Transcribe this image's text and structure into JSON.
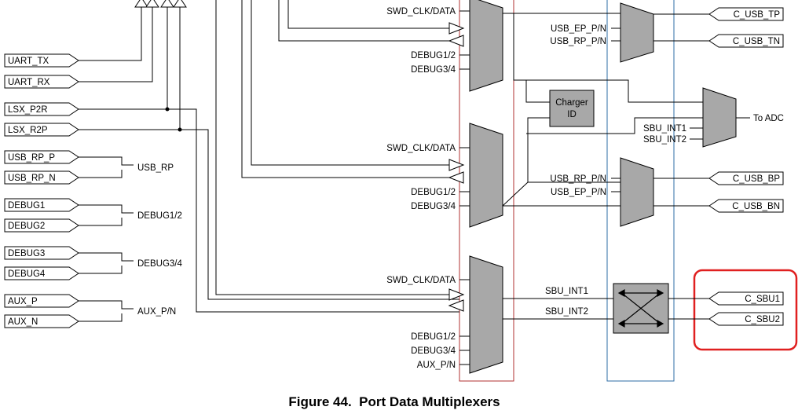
{
  "figure": {
    "caption": "Figure 44.  Port Data Multiplexers"
  },
  "left_ports": {
    "uart_tx": "UART_TX",
    "uart_rx": "UART_RX",
    "lsx_p2r": "LSX_P2R",
    "lsx_r2p": "LSX_R2P",
    "usb_rp_p": "USB_RP_P",
    "usb_rp_n": "USB_RP_N",
    "debug1": "DEBUG1",
    "debug2": "DEBUG2",
    "debug3": "DEBUG3",
    "debug4": "DEBUG4",
    "aux_p": "AUX_P",
    "aux_n": "AUX_N"
  },
  "pair_labels": {
    "usb_rp": "USB_RP",
    "debug12": "DEBUG1/2",
    "debug34": "DEBUG3/4",
    "aux_pn": "AUX_P/N"
  },
  "mux_inputs": {
    "m1_swd": "SWD_CLK/DATA",
    "m1_debug12": "DEBUG1/2",
    "m1_debug34": "DEBUG3/4",
    "m2_swd": "SWD_CLK/DATA",
    "m2_debug12": "DEBUG1/2",
    "m2_debug34": "DEBUG3/4",
    "m3_swd": "SWD_CLK/DATA",
    "m3_debug12": "DEBUG1/2",
    "m3_debug34": "DEBUG3/4",
    "m3_aux": "AUX_P/N"
  },
  "usb_mux_inputs": {
    "top_ep": "USB_EP_P/N",
    "top_rp": "USB_RP_P/N",
    "bot_rp": "USB_RP_P/N",
    "bot_ep": "USB_EP_P/N"
  },
  "charger": {
    "line1": "Charger",
    "line2": "ID"
  },
  "adc": {
    "in1": "SBU_INT1",
    "in2": "SBU_INT2",
    "out": "To ADC"
  },
  "sbu": {
    "int1": "SBU_INT1",
    "int2": "SBU_INT2"
  },
  "right_ports": {
    "c_usb_tp": "C_USB_TP",
    "c_usb_tn": "C_USB_TN",
    "c_usb_bp": "C_USB_BP",
    "c_usb_bn": "C_USB_BN",
    "c_sbu1": "C_SBU1",
    "c_sbu2": "C_SBU2"
  },
  "colors": {
    "mux_fill": "#a8a8a8",
    "frame_red": "#b03030",
    "frame_blue": "#2e6ea6",
    "highlight_red": "#e02020",
    "wire": "#000000"
  }
}
